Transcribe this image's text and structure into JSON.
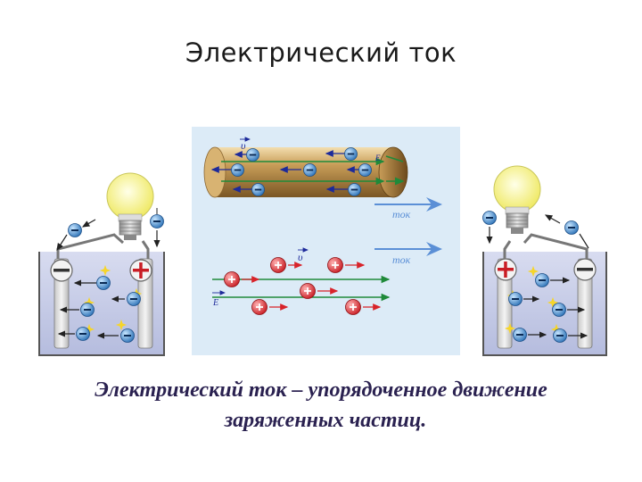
{
  "slide": {
    "title": "Электрический ток",
    "caption_line1": "Электрический ток – упорядоченное движение",
    "caption_line2": "заряженных частиц."
  },
  "diagram": {
    "metal_section": {
      "velocity_label": "υ",
      "field_label": "E",
      "current_label": "ток",
      "particle_sign": "−"
    },
    "electrolyte_section": {
      "velocity_label": "υ",
      "field_label": "E",
      "current_label": "ток",
      "particle_sign": "+"
    },
    "electrode_signs": {
      "negative": "−",
      "positive": "+"
    }
  },
  "colors": {
    "panel_bg": "#dcebf7",
    "conductor": "#b48a48",
    "electron": "#2f74b8",
    "ion": "#d8232a",
    "arrow_blue": "#1d2a9a",
    "arrow_green": "#1f8a3a",
    "current_arrow": "#5b8fd6",
    "vessel_fill": "#c3c9e6",
    "bulb": "#f4f07a"
  }
}
